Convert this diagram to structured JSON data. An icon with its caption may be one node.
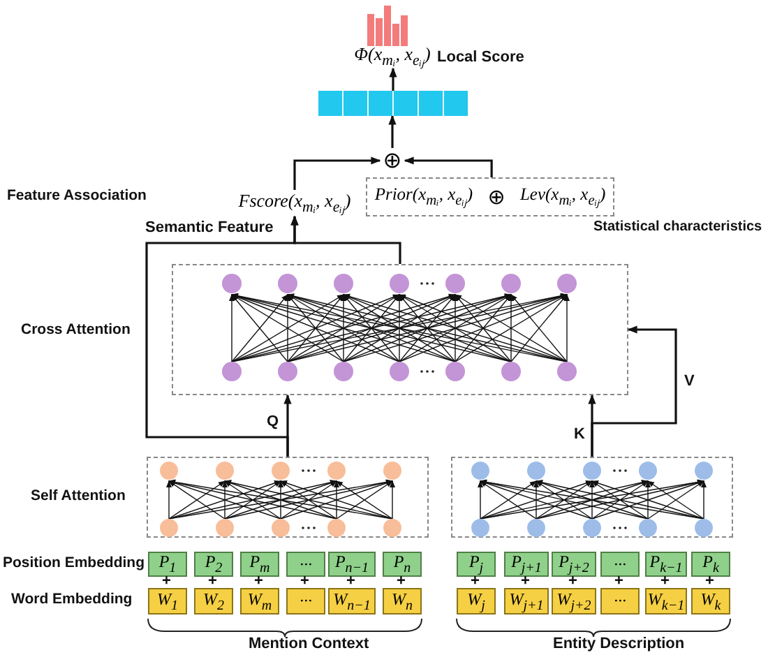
{
  "diagram": {
    "nodes": [
      {
        "text": [
          "Φ(x$_{mᵢ}$, x$_{eᵢⱼ}$)"
        ],
        "beside": [
          "Local Score"
        ]
      },
      {
        "text": [],
        "shape": "bar"
      },
      {
        "text": [
          "⊕"
        ]
      },
      {
        "text": [
          "Fscore(x$_{mᵢ}$, x$_{eᵢⱼ}$)"
        ]
      },
      {
        "text": [
          "Prior(x$_{mᵢ}$, x$_{eᵢⱼ}$)",
          "⊕",
          "Lev(x$_{mᵢ}$, x$_{eᵢⱼ}$)"
        ],
        "beside": [
          "Statistical characteristics"
        ]
      },
      {
        "text": [],
        "shape": "box"
      },
      {
        "text": [],
        "shape": "box"
      },
      {
        "text": [],
        "shape": "box"
      },
      {
        "text": [
          "P$_{1}$"
        ]
      },
      {
        "text": [
          "P$_{2}$"
        ]
      },
      {
        "text": [
          "P$_{m}$"
        ]
      },
      {
        "text": [
          "···"
        ]
      },
      {
        "text": [
          "P$_{n−1}$"
        ]
      },
      {
        "text": [
          "P$_{n}$"
        ]
      },
      {
        "text": [
          "P$_{j}$"
        ]
      },
      {
        "text": [
          "P$_{j+1}$"
        ]
      },
      {
        "text": [
          "P$_{j+2}$"
        ]
      },
      {
        "text": [
          "···"
        ]
      },
      {
        "text": [
          "P$_{k−1}$"
        ]
      },
      {
        "text": [
          "P$_{k}$"
        ]
      },
      {
        "text": [
          "W$_{1}$"
        ]
      },
      {
        "text": [
          "W$_{2}$"
        ]
      },
      {
        "text": [
          "W$_{m}$"
        ]
      },
      {
        "text": [
          "···"
        ]
      },
      {
        "text": [
          "W$_{n−1}$"
        ]
      },
      {
        "text": [
          "W$_{n}$"
        ]
      },
      {
        "text": [
          "W$_{j}$"
        ]
      },
      {
        "text": [
          "W$_{j+1}$"
        ]
      },
      {
        "text": [
          "W$_{j+2}$"
        ]
      },
      {
        "text": [
          "···"
        ]
      },
      {
        "text": [
          "W$_{k−1}$"
        ]
      },
      {
        "text": [
          "W$_{k}$"
        ]
      }
    ],
    "edges": [
      {
        "from": 5,
        "to": 3,
        "arrow": "to",
        "label": "Semantic Feature"
      },
      {
        "from": 6,
        "to": 3,
        "arrow": "to"
      },
      {
        "from": 6,
        "to": 5,
        "arrow": "to",
        "label": "Q"
      },
      {
        "from": 7,
        "to": 5,
        "arrow": "to",
        "label": "K"
      },
      {
        "from": 7,
        "to": 5,
        "arrow": "to",
        "label": "V"
      },
      {
        "from": 3,
        "to": 2,
        "arrow": "to"
      },
      {
        "from": 4,
        "to": 2,
        "arrow": "to"
      },
      {
        "from": 2,
        "to": 1,
        "arrow": "to"
      },
      {
        "from": 1,
        "to": 0,
        "arrow": "to"
      }
    ],
    "labels": [
      "Feature Association",
      "Cross Attention",
      "Self Attention",
      "Position Embedding",
      "+",
      "+",
      "+",
      "+",
      "+",
      "+",
      "+",
      "+",
      "+",
      "+",
      "+",
      "+",
      "Word Embedding",
      "Mention Context",
      "Entity Description"
    ]
  }
}
